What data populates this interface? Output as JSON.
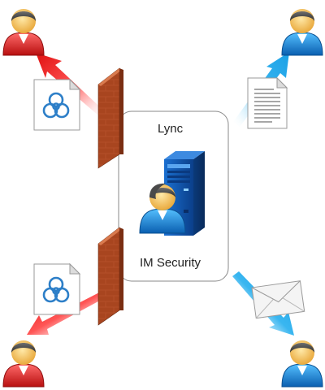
{
  "diagram": {
    "central_box": {
      "title": "Lync",
      "subtitle": "IM Security"
    },
    "nodes": [
      {
        "name": "user-top-left",
        "role": "blocked-user",
        "color": "#e52b2b"
      },
      {
        "name": "user-bottom-left",
        "role": "blocked-user",
        "color": "#e52b2b"
      },
      {
        "name": "user-top-right",
        "role": "allowed-user",
        "color": "#1f8fd9"
      },
      {
        "name": "user-bottom-right",
        "role": "allowed-user",
        "color": "#1f8fd9"
      },
      {
        "name": "server",
        "role": "lync-server",
        "color": "#1a5fb4"
      },
      {
        "name": "admin-user",
        "role": "admin",
        "color": "#1f8fd9"
      }
    ],
    "icons": [
      "biohazard-document-icon",
      "biohazard-document-icon",
      "text-document-icon",
      "envelope-icon",
      "firewall-icon",
      "firewall-icon",
      "server-icon"
    ],
    "colors": {
      "blocked": "#e52b2b",
      "allowed": "#1aa7e8",
      "firewall": "#a0401f",
      "box_border": "#888888"
    }
  }
}
